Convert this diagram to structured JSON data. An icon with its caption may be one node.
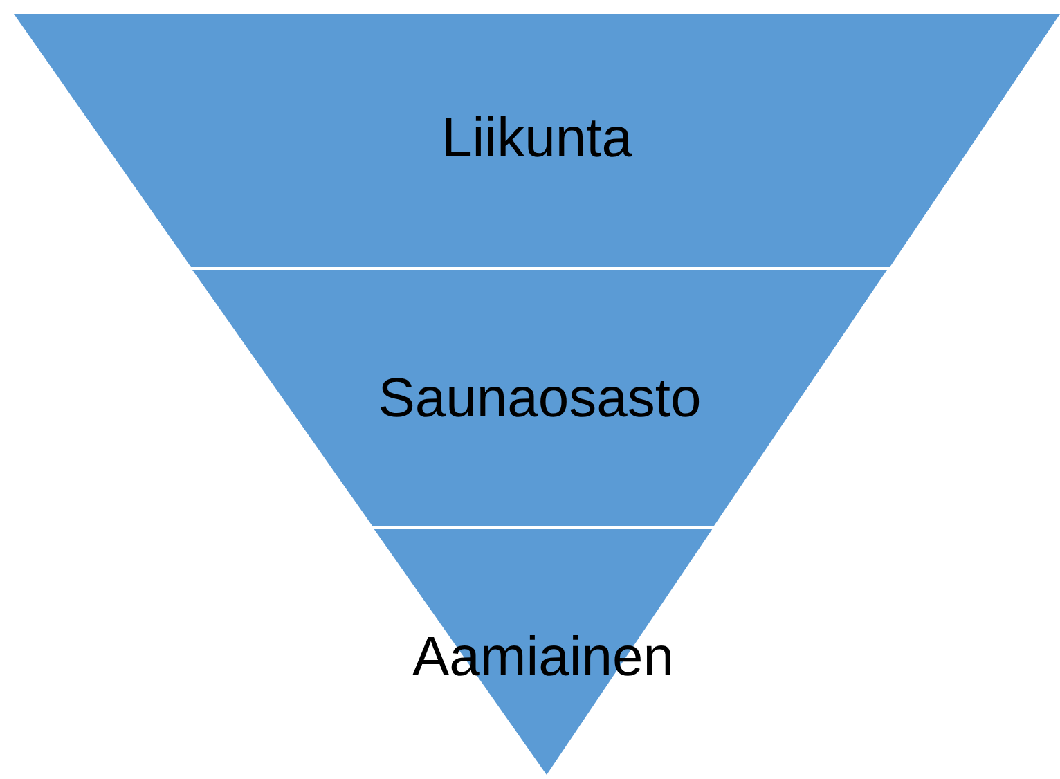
{
  "diagram": {
    "nodes": [
      {
        "text": [
          "Liikunta"
        ]
      },
      {
        "text": [
          "Saunaosasto"
        ]
      },
      {
        "text": [
          "Aamiainen"
        ]
      }
    ]
  }
}
